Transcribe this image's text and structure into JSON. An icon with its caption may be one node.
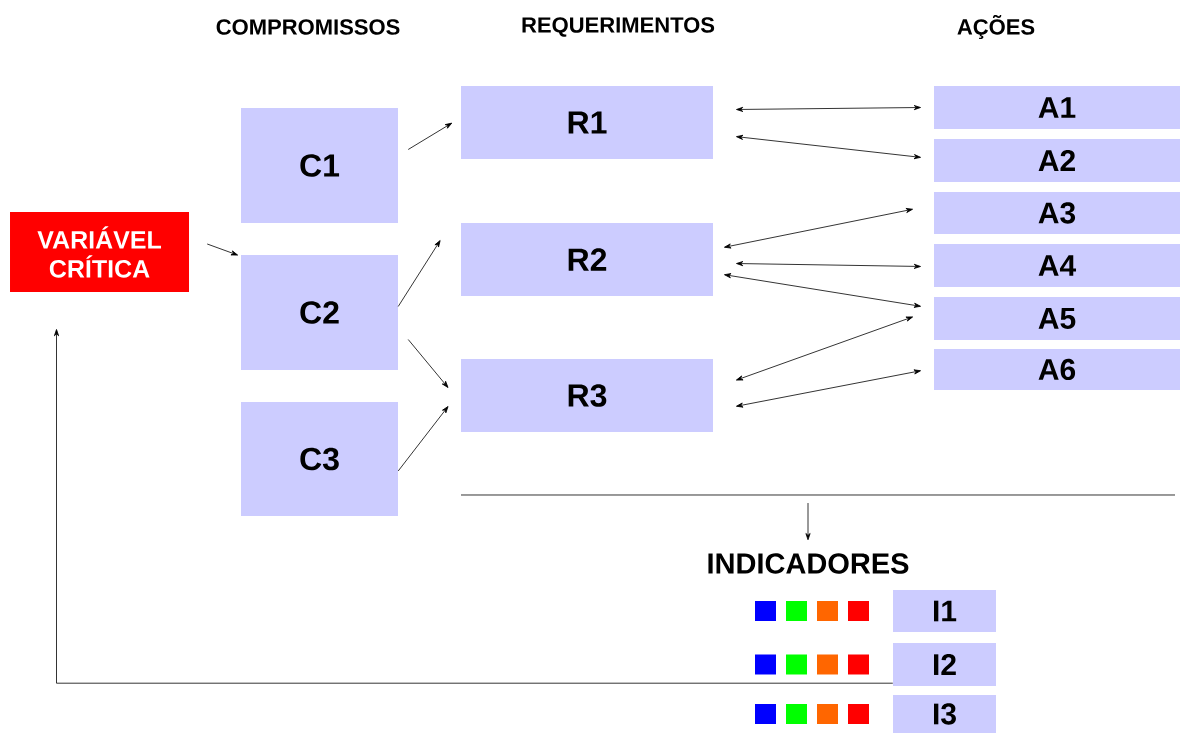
{
  "diagram": {
    "nodes": [
      {
        "text": [
          "VARIÁVEL CRÍTICA"
        ]
      },
      {
        "text": [
          "C1"
        ]
      },
      {
        "text": [
          "C2"
        ]
      },
      {
        "text": [
          "C3"
        ]
      },
      {
        "text": [
          "R1"
        ]
      },
      {
        "text": [
          "R2"
        ]
      },
      {
        "text": [
          "R3"
        ]
      },
      {
        "text": [
          "A1"
        ]
      },
      {
        "text": [
          "A2"
        ]
      },
      {
        "text": [
          "A3"
        ]
      },
      {
        "text": [
          "A4"
        ]
      },
      {
        "text": [
          "A5"
        ]
      },
      {
        "text": [
          "A6"
        ]
      },
      {
        "text": [
          "INDICADORES"
        ]
      },
      {
        "text": [
          "I1"
        ]
      },
      {
        "text": [
          "I2"
        ]
      },
      {
        "text": [
          "I3"
        ]
      }
    ],
    "edges": [
      {
        "from": 0,
        "to": 2,
        "arrow": "to"
      },
      {
        "from": 1,
        "to": 4,
        "arrow": "to"
      },
      {
        "from": 2,
        "to": 5,
        "arrow": "to"
      },
      {
        "from": 2,
        "to": 6,
        "arrow": "to"
      },
      {
        "from": 3,
        "to": 6,
        "arrow": "to"
      },
      {
        "from": 4,
        "to": 7,
        "arrow": "both"
      },
      {
        "from": 4,
        "to": 8,
        "arrow": "both"
      },
      {
        "from": 5,
        "to": 9,
        "arrow": "both"
      },
      {
        "from": 5,
        "to": 10,
        "arrow": "both"
      },
      {
        "from": 5,
        "to": 11,
        "arrow": "both"
      },
      {
        "from": 6,
        "to": 11,
        "arrow": "both"
      },
      {
        "from": 6,
        "to": 12,
        "arrow": "both"
      },
      {
        "from": null,
        "to": 13,
        "arrow": "to"
      },
      {
        "from": 15,
        "to": 0,
        "arrow": "to"
      }
    ],
    "labels": [
      "COMPROMISSOS",
      "REQUERIMENTOS",
      "AÇÕES"
    ]
  }
}
